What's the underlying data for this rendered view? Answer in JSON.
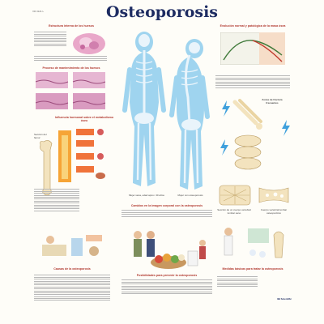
{
  "poster": {
    "title": "Osteoporosis",
    "reference": "VR 3121 L",
    "colors": {
      "title": "#1e2c62",
      "bone": "#f3e3be",
      "body_blue": "#9fd4ef",
      "skeleton": "#e9f4fb",
      "heading_red": "#b0362c"
    }
  },
  "left_column": {
    "structure_title": "Estructura interna de los huesos",
    "remodel_title": "Proceso de mantenimiento de los huesos",
    "hormonal_title": "Influencia hormonal sobre el metabolismo óseo",
    "femur_section_label": "Sección del fémur",
    "causes_title": "Causas de la osteoporosis"
  },
  "center": {
    "caption_left": "Mujer sana, edad aprox. 30 años",
    "caption_right": "Mujer con osteoporosis",
    "changes_title": "Cambios en la imagen corporal con la osteoporosis",
    "prevention_title": "Posibilidades para prevenir la osteoporosis"
  },
  "right_column": {
    "density_title": "Evolución normal y patológica de la masa ósea",
    "fracture_label": "Zonas de fractura frecuentes",
    "vertebra_left_label": "Sección de un cuerpo vertebral lumbar sano",
    "vertebra_right_label": "Cuerpo vertebral lumbar osteoporótico",
    "treatment_title": "Medidas básicas para tratar la osteoporosis",
    "publisher": "3B Scientific"
  },
  "icons": [
    "skeleton-figure",
    "femur-icon",
    "vertebra-icon",
    "lightning-bolt-icon",
    "bone-tissue-icon"
  ]
}
